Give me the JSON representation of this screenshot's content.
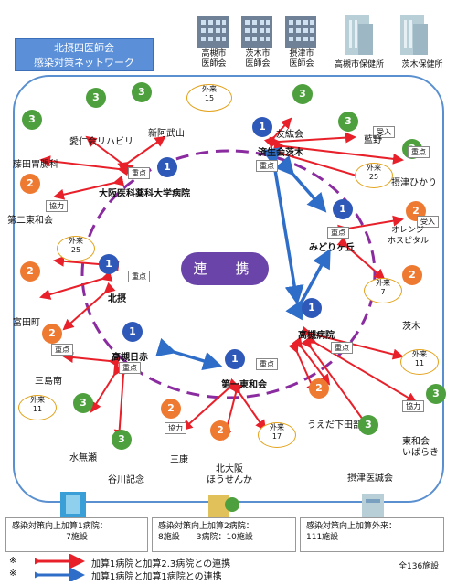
{
  "header": {
    "title_line1": "北摂四医師会",
    "title_line2": "感染対策ネットワーク",
    "associations": [
      {
        "line1": "高槻市",
        "line2": "医師会"
      },
      {
        "line1": "茨木市",
        "line2": "医師会"
      },
      {
        "line1": "摂津市",
        "line2": "医師会"
      }
    ],
    "health_centers": [
      "高槻市保健所",
      "茨木保健所"
    ]
  },
  "center_label": "連　携",
  "tags": {
    "priority": "重点",
    "cooperation": "協力",
    "entry": "受入"
  },
  "hospitals_level1": [
    "大阪医科薬科大学病院",
    "済生会茨木",
    "みどりヶ丘",
    "北摂",
    "高槻病院",
    "高槻日赤",
    "第一東和会"
  ],
  "hospitals_level2": [
    "第二東和会",
    "オレンジ\nホスピタル",
    "富田町",
    "三島南",
    "三康",
    "北大阪\nほうせんか",
    "うえだ下田部"
  ],
  "hospitals_level3": [
    "藤田胃腸科",
    "愛仁会リハビリ",
    "新阿武山",
    "友紘会",
    "藍野",
    "摂津ひかり",
    "茨木",
    "東和会\nいばらき",
    "摂津医誠会",
    "谷川記念",
    "水無瀬"
  ],
  "outpatient": [
    {
      "label": "外来",
      "count": "15"
    },
    {
      "label": "外来",
      "count": "25"
    },
    {
      "label": "外来",
      "count": "25"
    },
    {
      "label": "外来",
      "count": "7"
    },
    {
      "label": "外来",
      "count": "11"
    },
    {
      "label": "外来",
      "count": "11"
    },
    {
      "label": "外来",
      "count": "17"
    }
  ],
  "legend": [
    {
      "line1": "感染対策向上加算1病院：",
      "line2": "7施設"
    },
    {
      "line1": "感染対策向上加算2病院：",
      "line2": "8施設　　3病院：10施設"
    },
    {
      "line1": "感染対策向上加算外来：",
      "line2": "111施設"
    }
  ],
  "footnotes": [
    {
      "mark": "※",
      "text": "加算1病院と加算2.3病院との連携",
      "color": "#e8202a"
    },
    {
      "mark": "※",
      "text": "加算1病院と加算1病院との連携",
      "color": "#2f6ec8"
    }
  ],
  "total": "全136施設",
  "colors": {
    "level1": "#2f59b8",
    "level2": "#ee7a32",
    "level3": "#4e9f3d",
    "red_arrow": "#e8202a",
    "blue_arrow": "#2f6ec8",
    "purple_ring": "#8a2ca0",
    "outpatient_border": "#e3a21a"
  }
}
